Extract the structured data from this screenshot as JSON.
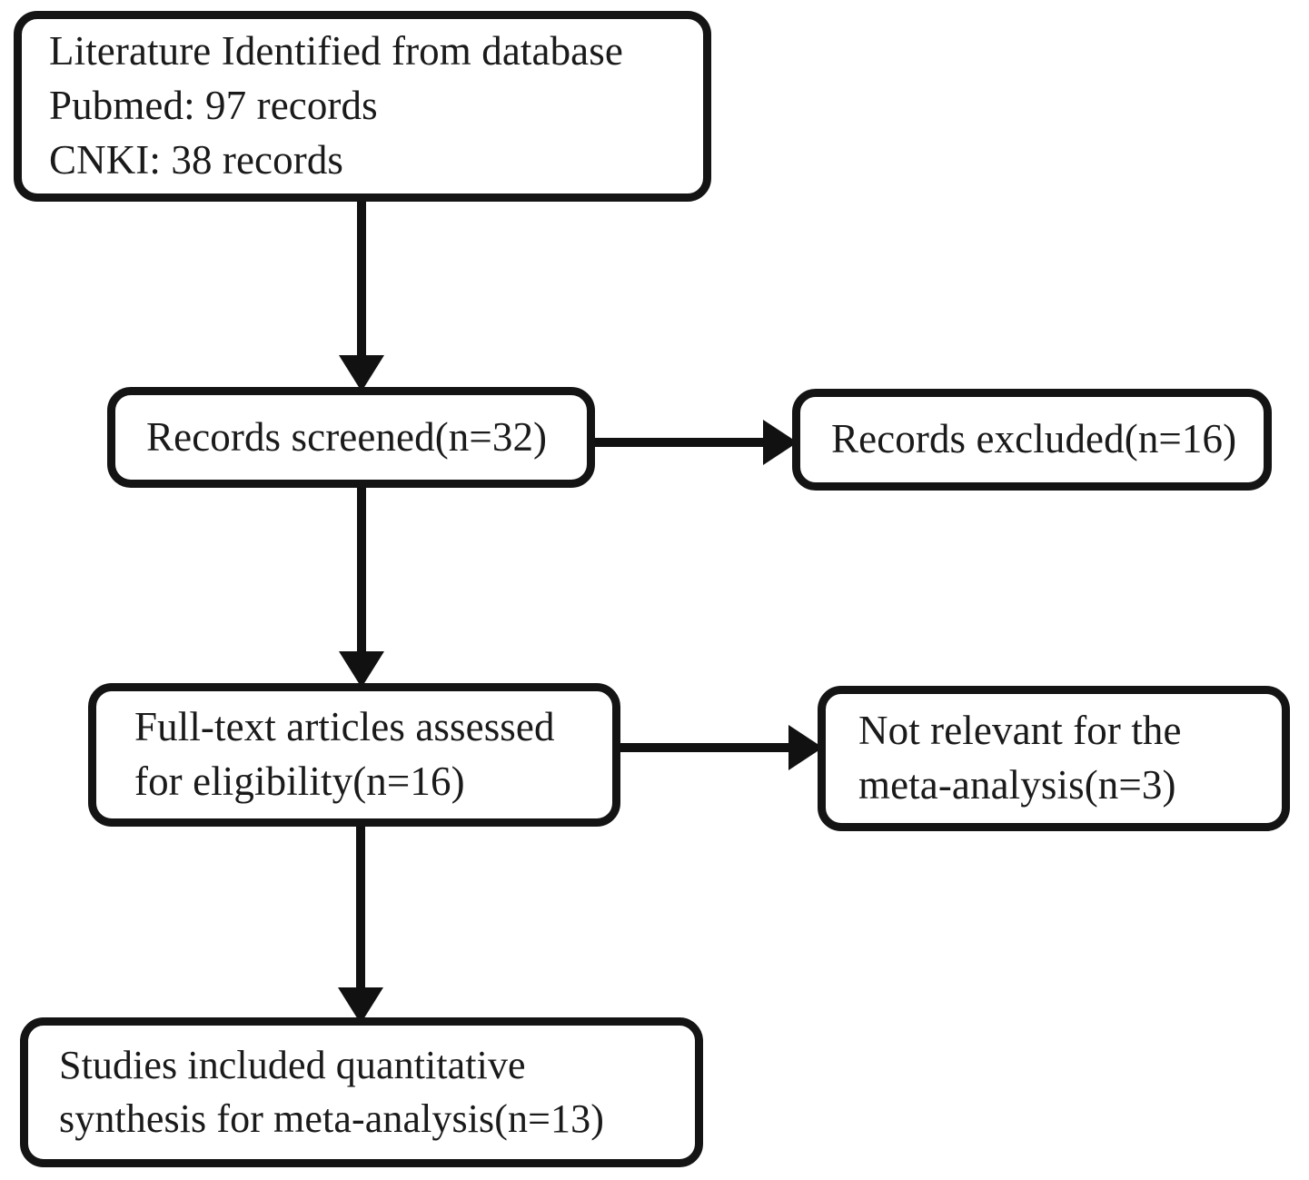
{
  "diagram": {
    "type": "prisma-flow-diagram",
    "colors": {
      "box_border": "#141414",
      "box_fill": "#ffffff",
      "arrow": "#111111",
      "text": "#1a1a1a",
      "background": "#ffffff"
    },
    "boxes": [
      {
        "id": "identified",
        "lines": [
          "Literature Identified from database",
          "Pubmed: 97 records",
          "CNKI: 38 records"
        ]
      },
      {
        "id": "screened",
        "lines": [
          "Records screened(n=32)"
        ]
      },
      {
        "id": "excluded",
        "lines": [
          "Records excluded(n=16)"
        ]
      },
      {
        "id": "fulltext",
        "lines": [
          "Full-text articles assessed",
          "for eligibility(n=16)"
        ]
      },
      {
        "id": "notrelevant",
        "lines": [
          "Not relevant for the",
          "meta-analysis(n=3)"
        ]
      },
      {
        "id": "included",
        "lines": [
          "Studies included quantitative",
          "synthesis for meta-analysis(n=13)"
        ]
      }
    ],
    "arrows": [
      {
        "id": "identified-to-screened",
        "from": "identified",
        "to": "screened",
        "direction": "down"
      },
      {
        "id": "screened-to-excluded",
        "from": "screened",
        "to": "excluded",
        "direction": "right"
      },
      {
        "id": "screened-to-fulltext",
        "from": "screened",
        "to": "fulltext",
        "direction": "down"
      },
      {
        "id": "fulltext-to-notrelevant",
        "from": "fulltext",
        "to": "notrelevant",
        "direction": "right"
      },
      {
        "id": "fulltext-to-included",
        "from": "fulltext",
        "to": "included",
        "direction": "down"
      }
    ]
  }
}
